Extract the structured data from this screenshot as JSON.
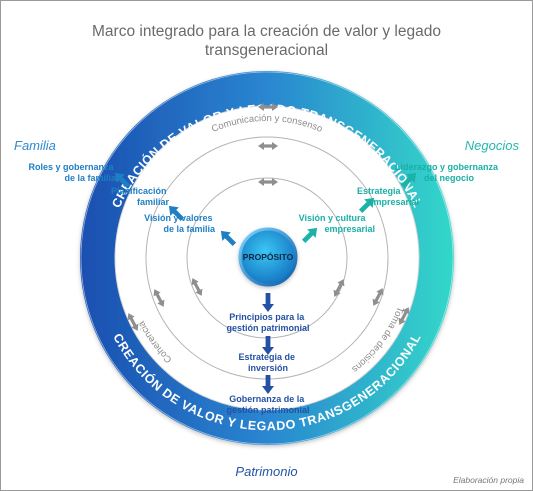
{
  "title_line1": "Marco integrado para la creación de valor y legado",
  "title_line2": "transgeneracional",
  "corners": {
    "left": "Familia",
    "right": "Negocios",
    "bottom": "Patrimonio"
  },
  "credit": "Elaboración propia",
  "ring_text": {
    "top": "CREACIÓN DE VALOR Y LEGADO TRANSGENERACIONAL",
    "bottom": "CREACIÓN DE VALOR Y LEGADO TRANSGENERACIONAL"
  },
  "guides": {
    "communication": "Comunicación y consenso",
    "coherence": "Coherencia",
    "decision": "Toma de decisions"
  },
  "center": "PROPÓSITO",
  "family": {
    "governance": [
      "Roles y gobernanza",
      "de la familia"
    ],
    "planning": [
      "Planificación",
      "familiar"
    ],
    "vision": [
      "Visión y valores",
      "de la familia"
    ]
  },
  "business": {
    "leadership": [
      "Liderazgo y gobernanza",
      "del negocio"
    ],
    "strategy": [
      "Estrategia",
      "empresarial"
    ],
    "vision": [
      "Visión y cultura",
      "empresarial"
    ]
  },
  "wealth": {
    "principles": [
      "Principios para la",
      "gestión patrimonial"
    ],
    "investment": [
      "Estrategia de",
      "inversión"
    ],
    "governance": [
      "Gobernanza de la",
      "gestión patrimonial"
    ]
  },
  "colors": {
    "ring_left": "#1b53b5",
    "ring_right": "#2fd6c8",
    "family": "#1e7fc4",
    "business": "#18b0a6",
    "wealth": "#2451a3",
    "center": "#1f9fd9",
    "gray_arrow": "#8f8f8f"
  },
  "icons": {
    "double_arrow": "double-headed-arrow-icon",
    "arrow": "triangle-arrow-icon"
  }
}
